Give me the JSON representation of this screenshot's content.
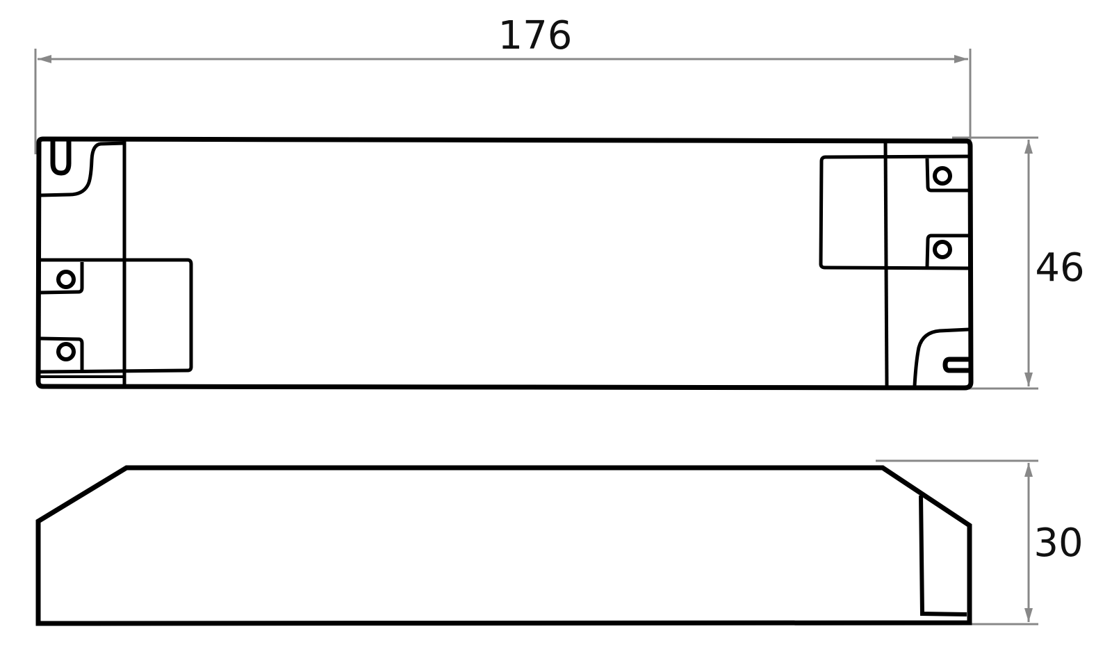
{
  "drawing": {
    "type": "dimension drawing",
    "views": [
      "top-view",
      "side-view"
    ],
    "units": "mm"
  },
  "dimensions": {
    "length": "176",
    "width": "46",
    "height": "30"
  },
  "colors": {
    "outline": "#000000",
    "dimension_line": "#888888",
    "text": "#111111",
    "background": "#ffffff"
  }
}
